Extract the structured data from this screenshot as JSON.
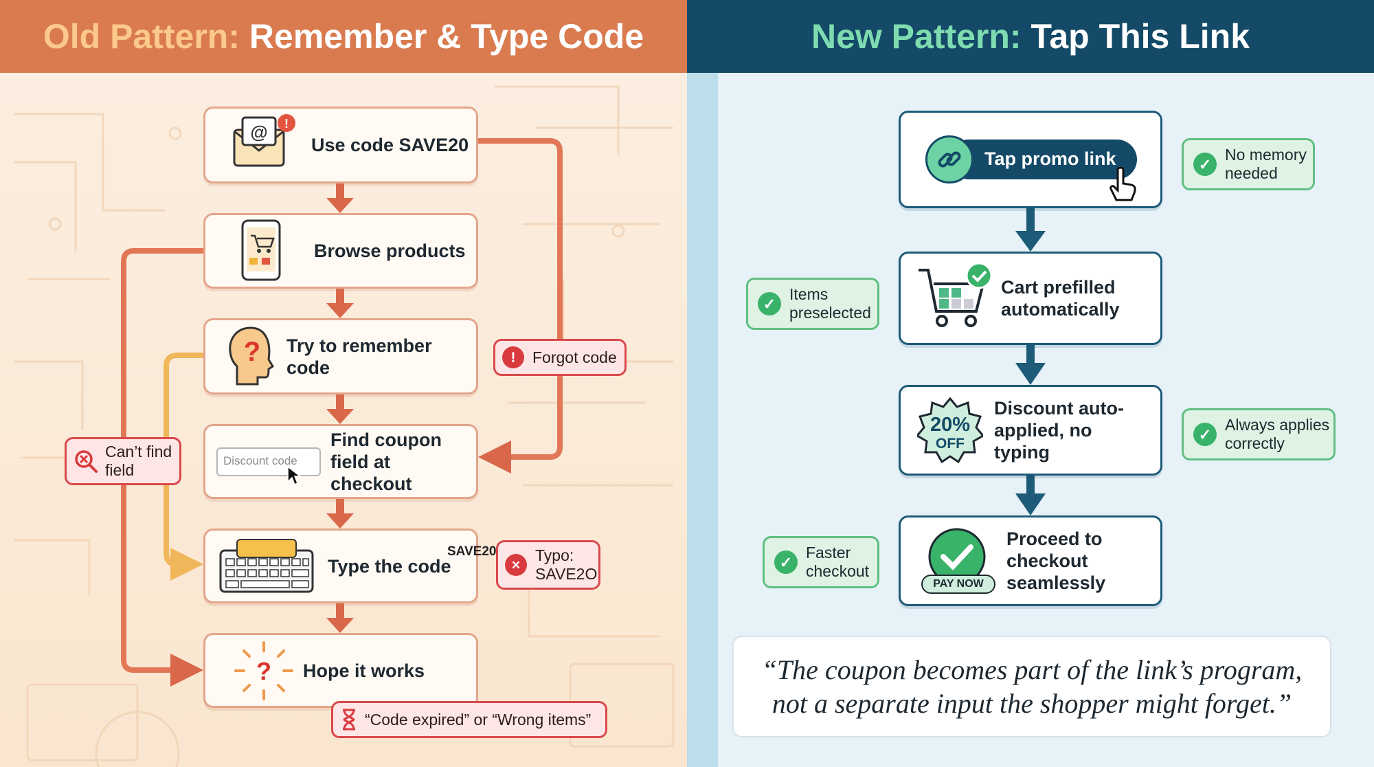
{
  "left": {
    "header": {
      "prefix": "Old Pattern:",
      "title": "Remember & Type Code"
    },
    "steps": [
      {
        "label": "Use code SAVE20"
      },
      {
        "label": "Browse products"
      },
      {
        "label": "Try to remember code"
      },
      {
        "label": "Find coupon field at checkout"
      },
      {
        "label": "Type the code"
      },
      {
        "label": "Hope it works"
      }
    ],
    "discount_input_placeholder": "Discount code",
    "keyboard_tag": "SAVE20",
    "callouts": {
      "forgot": "Forgot code",
      "cant_find": "Can’t find field",
      "typo": "Typo: SAVE2O",
      "expired": "“Code expired” or “Wrong items”"
    }
  },
  "right": {
    "header": {
      "prefix": "New Pattern:",
      "title": "Tap This Link"
    },
    "steps": [
      {
        "label": "Tap promo link"
      },
      {
        "label": "Cart prefilled automatically"
      },
      {
        "label": "Discount auto-applied, no typing"
      },
      {
        "label": "Proceed to checkout seamlessly"
      }
    ],
    "badge_percent": "20%",
    "badge_off": "OFF",
    "pay_now": "PAY NOW",
    "callouts": {
      "no_memory": "No memory needed",
      "preselected": "Items preselected",
      "always_applies": "Always applies correctly",
      "faster": "Faster checkout"
    },
    "quote": "“The coupon becomes part of the link’s program, not a separate input the shopper might forget.”"
  },
  "colors": {
    "old_header": "#da7b4f",
    "new_header": "#144a67",
    "old_accent": "#fbc98a",
    "new_accent": "#7fdcb0",
    "warning": "#d93a3d",
    "success": "#39b26a"
  }
}
